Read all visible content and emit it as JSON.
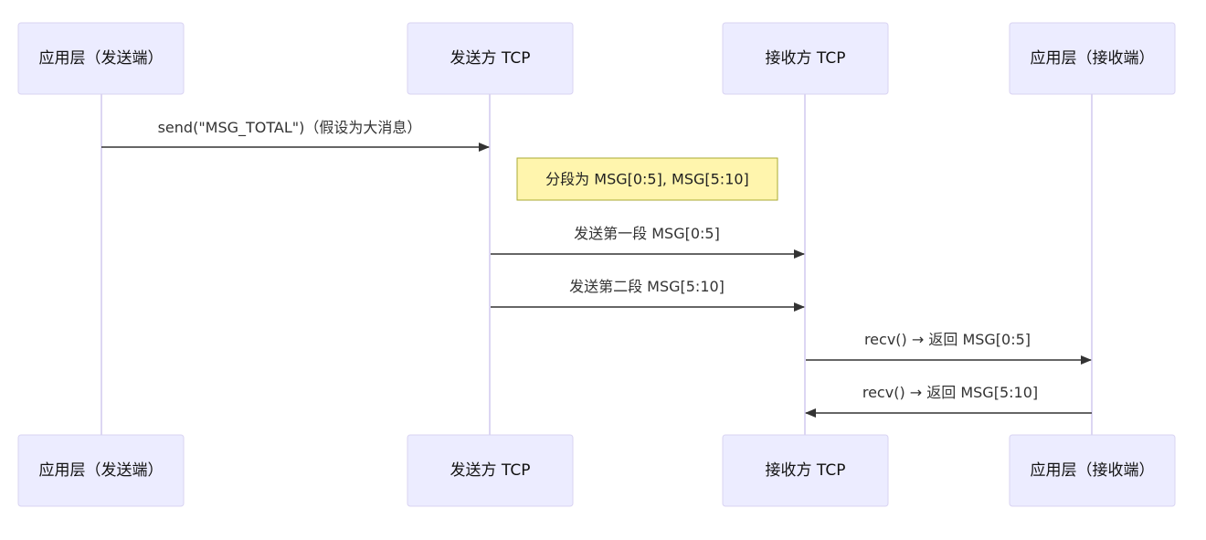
{
  "actors": [
    {
      "id": "app_send",
      "label": "应用层（发送端）"
    },
    {
      "id": "tcp_send",
      "label": "发送方 TCP"
    },
    {
      "id": "tcp_recv",
      "label": "接收方 TCP"
    },
    {
      "id": "app_recv",
      "label": "应用层（接收端）"
    }
  ],
  "messages": [
    {
      "from": "app_send",
      "to": "tcp_send",
      "label": "send(\"MSG_TOTAL\")（假设为大消息）"
    },
    {
      "from": "tcp_send",
      "to": "tcp_recv",
      "label": "发送第一段 MSG[0:5]"
    },
    {
      "from": "tcp_send",
      "to": "tcp_recv",
      "label": "发送第二段 MSG[5:10]"
    },
    {
      "from": "tcp_recv",
      "to": "app_recv",
      "label": "recv() → 返回 MSG[0:5]"
    },
    {
      "from": "app_recv",
      "to": "tcp_recv",
      "label": "recv() → 返回 MSG[5:10]"
    }
  ],
  "note": {
    "over": "tcp_send",
    "text": "分段为 MSG[0:5], MSG[5:10]"
  },
  "colors": {
    "actor_fill": "#ececff",
    "actor_border": "#d9d3f2",
    "lifeline": "#dcd6f3",
    "line": "#333333",
    "note_fill": "#fff5ad",
    "note_border": "#aaaa33"
  }
}
